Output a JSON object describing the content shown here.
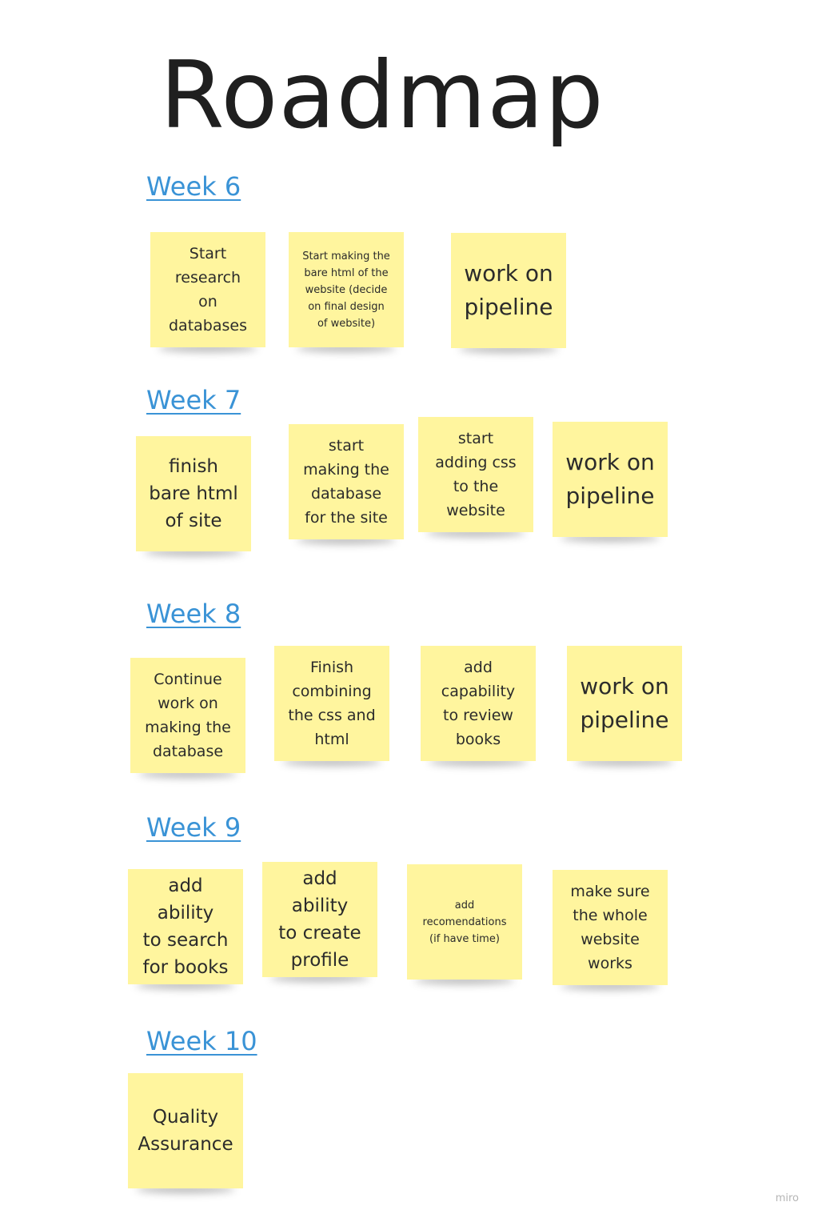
{
  "title": "Roadmap",
  "weeks": [
    {
      "label": "Week 6",
      "notes": [
        "Start\nresearch\non\ndatabases",
        "Start making the\nbare html of the\nwebsite (decide\non final design\nof website)",
        "work on\npipeline"
      ]
    },
    {
      "label": "Week 7",
      "notes": [
        "finish\nbare html\nof site",
        "start\nmaking the\ndatabase\nfor the site",
        "start\nadding css\nto the\nwebsite",
        "work on\npipeline"
      ]
    },
    {
      "label": "Week 8",
      "notes": [
        "Continue\nwork on\nmaking the\ndatabase",
        "Finish\ncombining\nthe css and\nhtml",
        "add\ncapability\nto review\nbooks",
        "work on\npipeline"
      ]
    },
    {
      "label": "Week 9",
      "notes": [
        "add ability\nto search\nfor books",
        "add ability\nto create\nprofile",
        "add\nrecomendations\n(if have time)",
        "make sure\nthe whole\nwebsite\nworks"
      ]
    },
    {
      "label": "Week 10",
      "notes": [
        "Quality\nAssurance"
      ]
    }
  ],
  "watermark": "miro",
  "colors": {
    "note": "#fff59e",
    "week_link": "#3a93d6"
  }
}
